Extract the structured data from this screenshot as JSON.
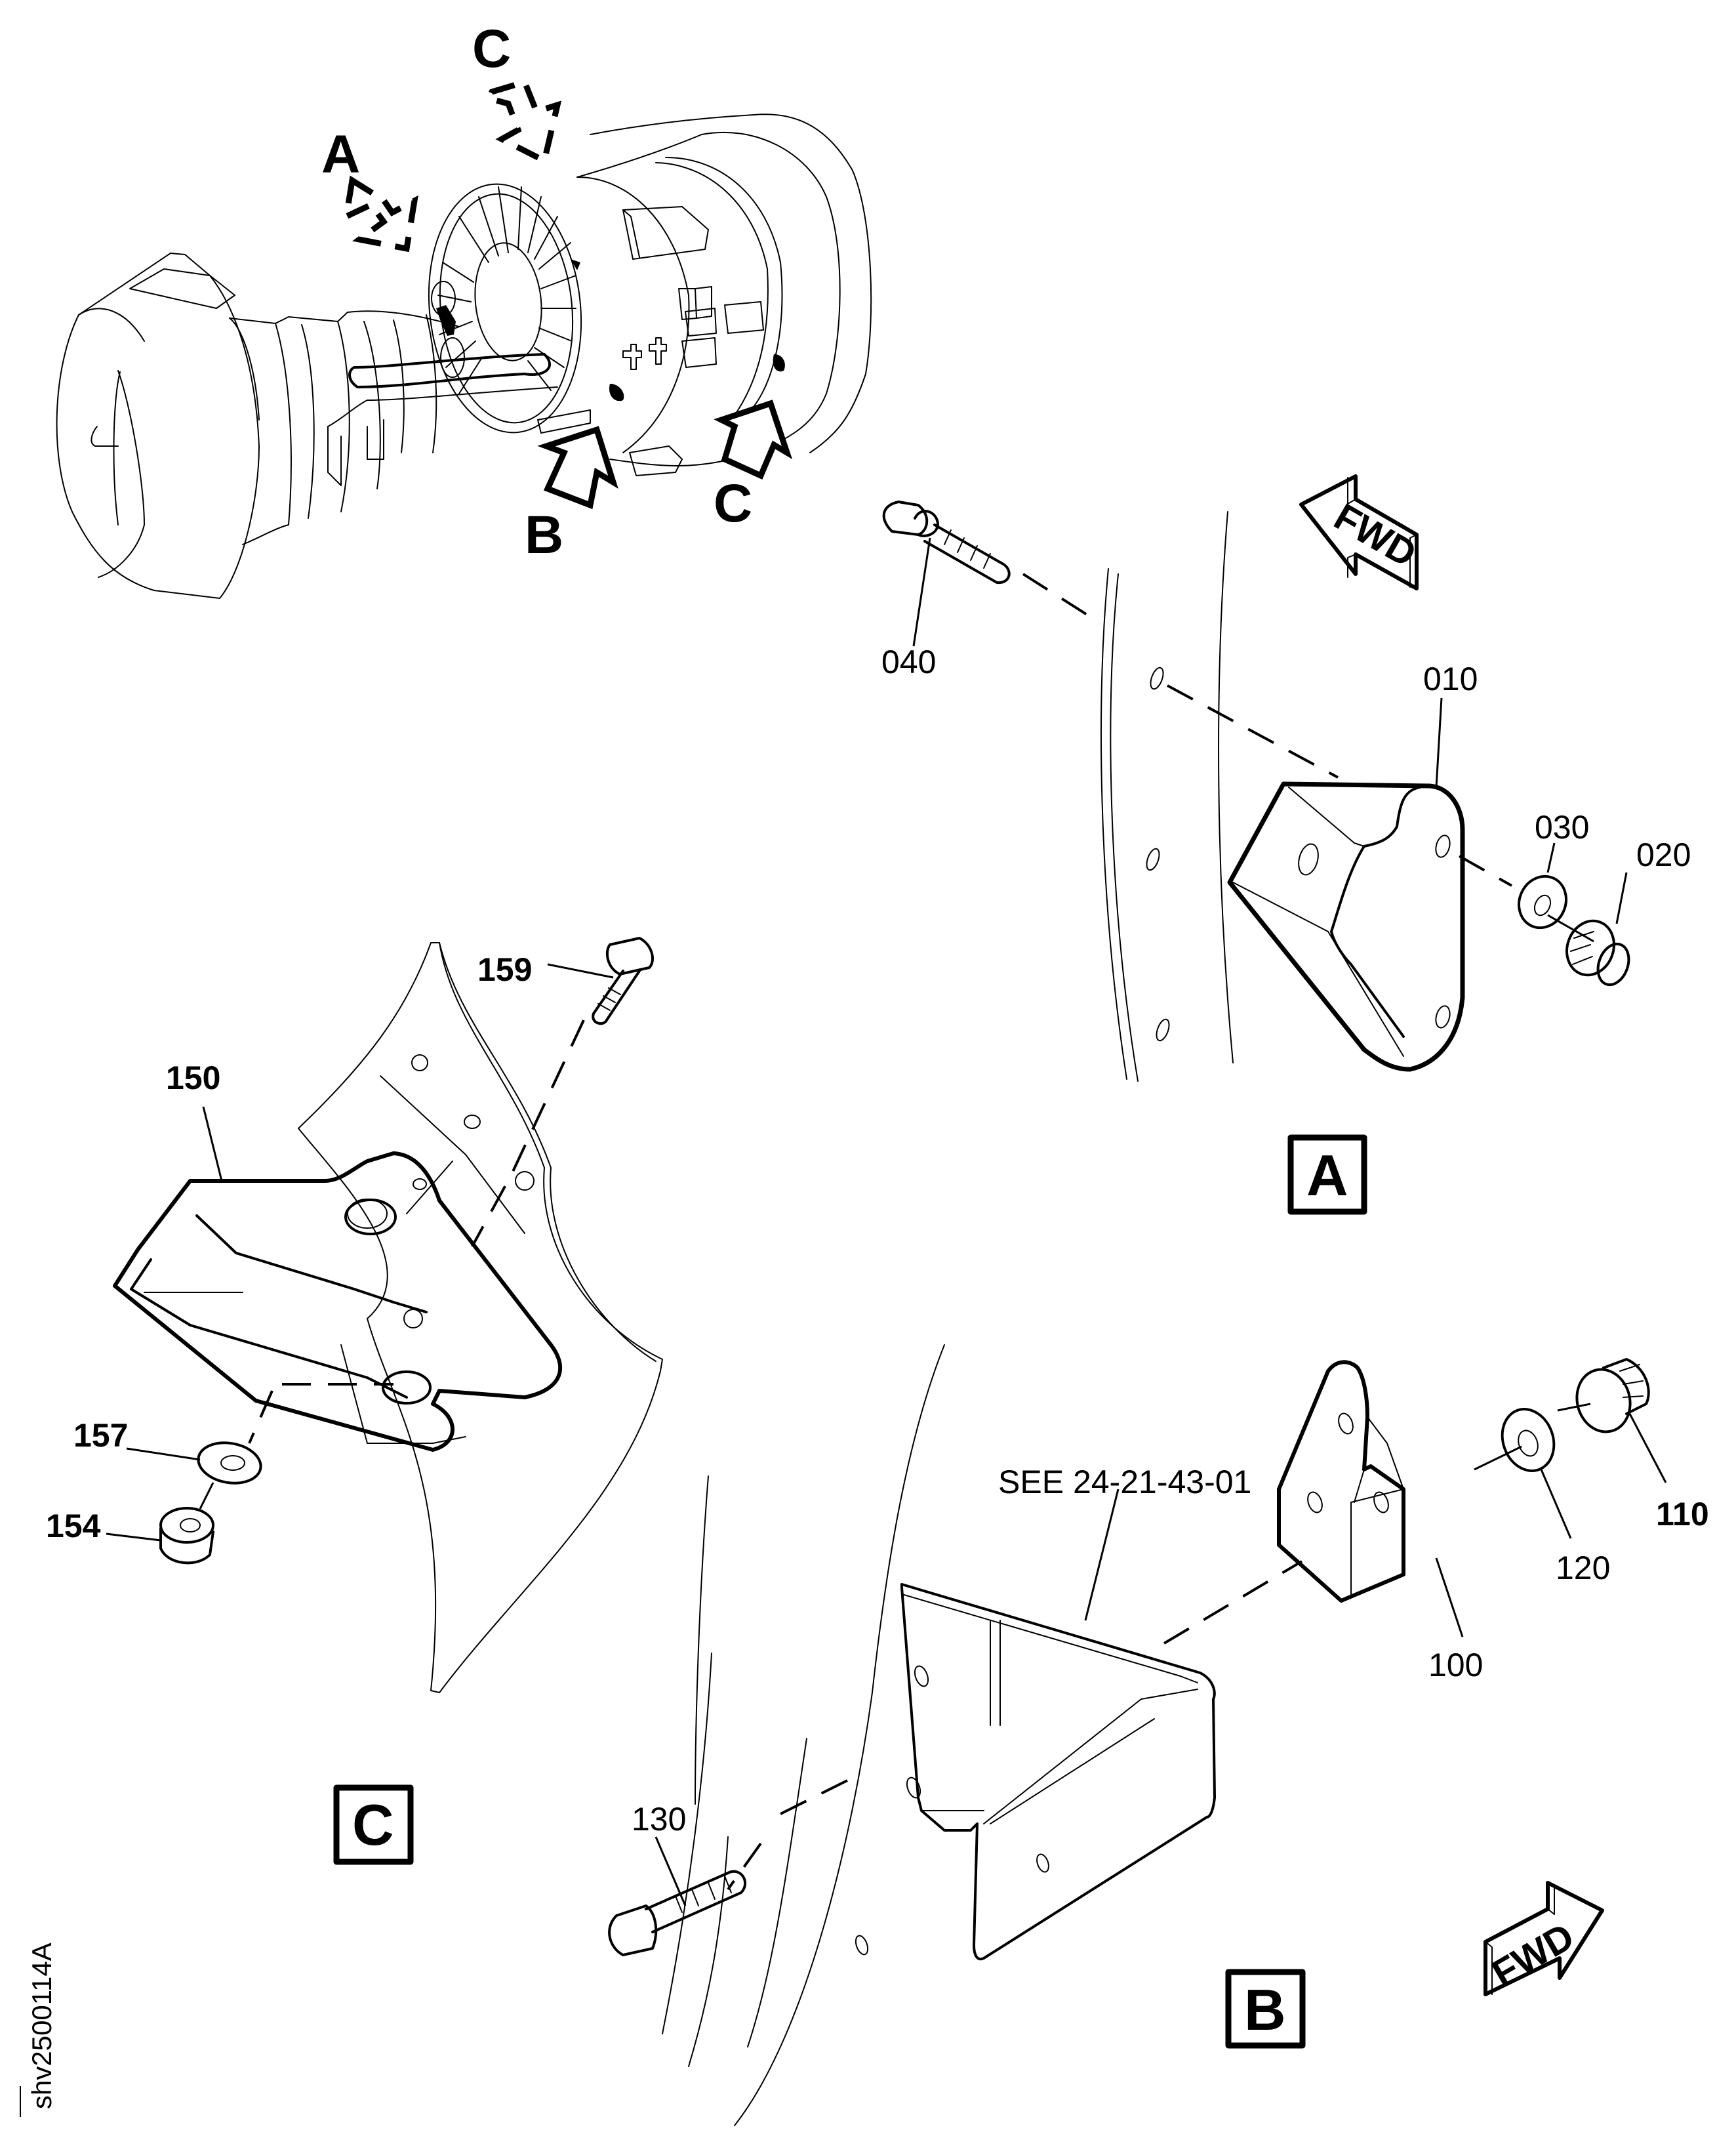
{
  "figure": {
    "id_label": "shv2500114A",
    "type": "illustrated parts / installation diagram"
  },
  "overview": {
    "view_arrows": [
      {
        "letter": "A",
        "style": "dashed"
      },
      {
        "letter": "C",
        "style": "dashed"
      },
      {
        "letter": "B",
        "style": "solid"
      },
      {
        "letter": "C",
        "style": "solid"
      }
    ]
  },
  "details": {
    "A": {
      "box_label": "A",
      "fwd_label": "FWD",
      "parts": [
        {
          "callout": "040",
          "name": "bolt"
        },
        {
          "callout": "010",
          "name": "bracket"
        },
        {
          "callout": "030",
          "name": "washer"
        },
        {
          "callout": "020",
          "name": "nut"
        }
      ]
    },
    "B": {
      "box_label": "B",
      "fwd_label": "FWD",
      "reference": "SEE 24-21-43-01",
      "parts": [
        {
          "callout": "130",
          "name": "bolt"
        },
        {
          "callout": "100",
          "name": "bracket"
        },
        {
          "callout": "120",
          "name": "washer"
        },
        {
          "callout": "110",
          "name": "nut"
        }
      ]
    },
    "C": {
      "box_label": "C",
      "parts": [
        {
          "callout": "159",
          "name": "bolt"
        },
        {
          "callout": "150",
          "name": "bracket"
        },
        {
          "callout": "157",
          "name": "washer"
        },
        {
          "callout": "154",
          "name": "nut"
        }
      ]
    }
  }
}
